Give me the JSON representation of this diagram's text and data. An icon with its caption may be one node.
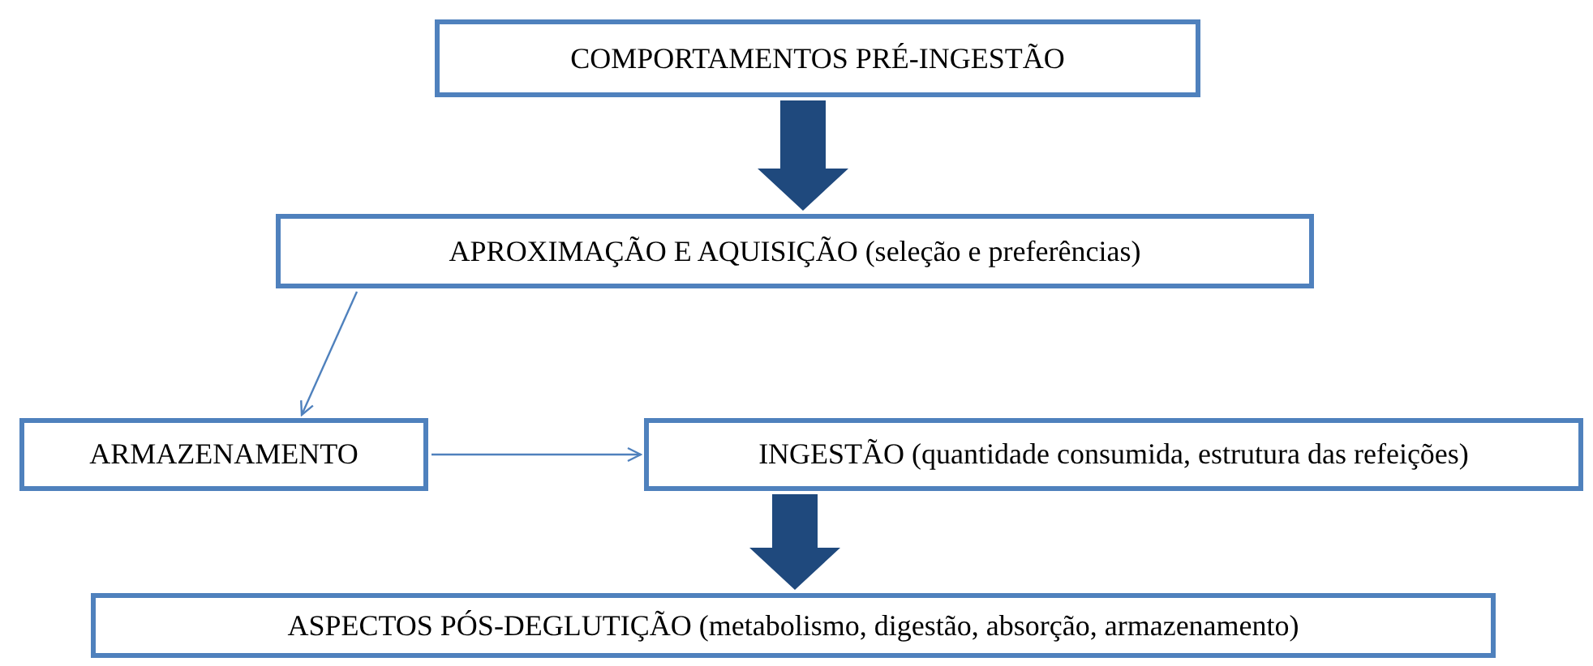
{
  "diagram": {
    "nodes": [
      {
        "text": [
          "COMPORTAMENTOS PRÉ-INGESTÃO"
        ]
      },
      {
        "text": [
          "APROXIMAÇÃO E AQUISIÇÃO (seleção e preferências)"
        ]
      },
      {
        "text": [
          "ARMAZENAMENTO"
        ]
      },
      {
        "text": [
          "INGESTÃO (quantidade consumida, estrutura das refeições)"
        ]
      },
      {
        "text": [
          "ASPECTOS PÓS-DEGLUTIÇÃO (metabolismo, digestão, absorção, armazenamento)"
        ]
      }
    ],
    "edges": [
      {
        "from": 0,
        "to": 1,
        "arrow": "to",
        "style": "thick",
        "color": "#1f497d"
      },
      {
        "from": 1,
        "to": 2,
        "arrow": "to"
      },
      {
        "from": 2,
        "to": 3,
        "arrow": "to"
      },
      {
        "from": 3,
        "to": 4,
        "arrow": "to",
        "style": "thick",
        "color": "#1f497d"
      }
    ]
  }
}
